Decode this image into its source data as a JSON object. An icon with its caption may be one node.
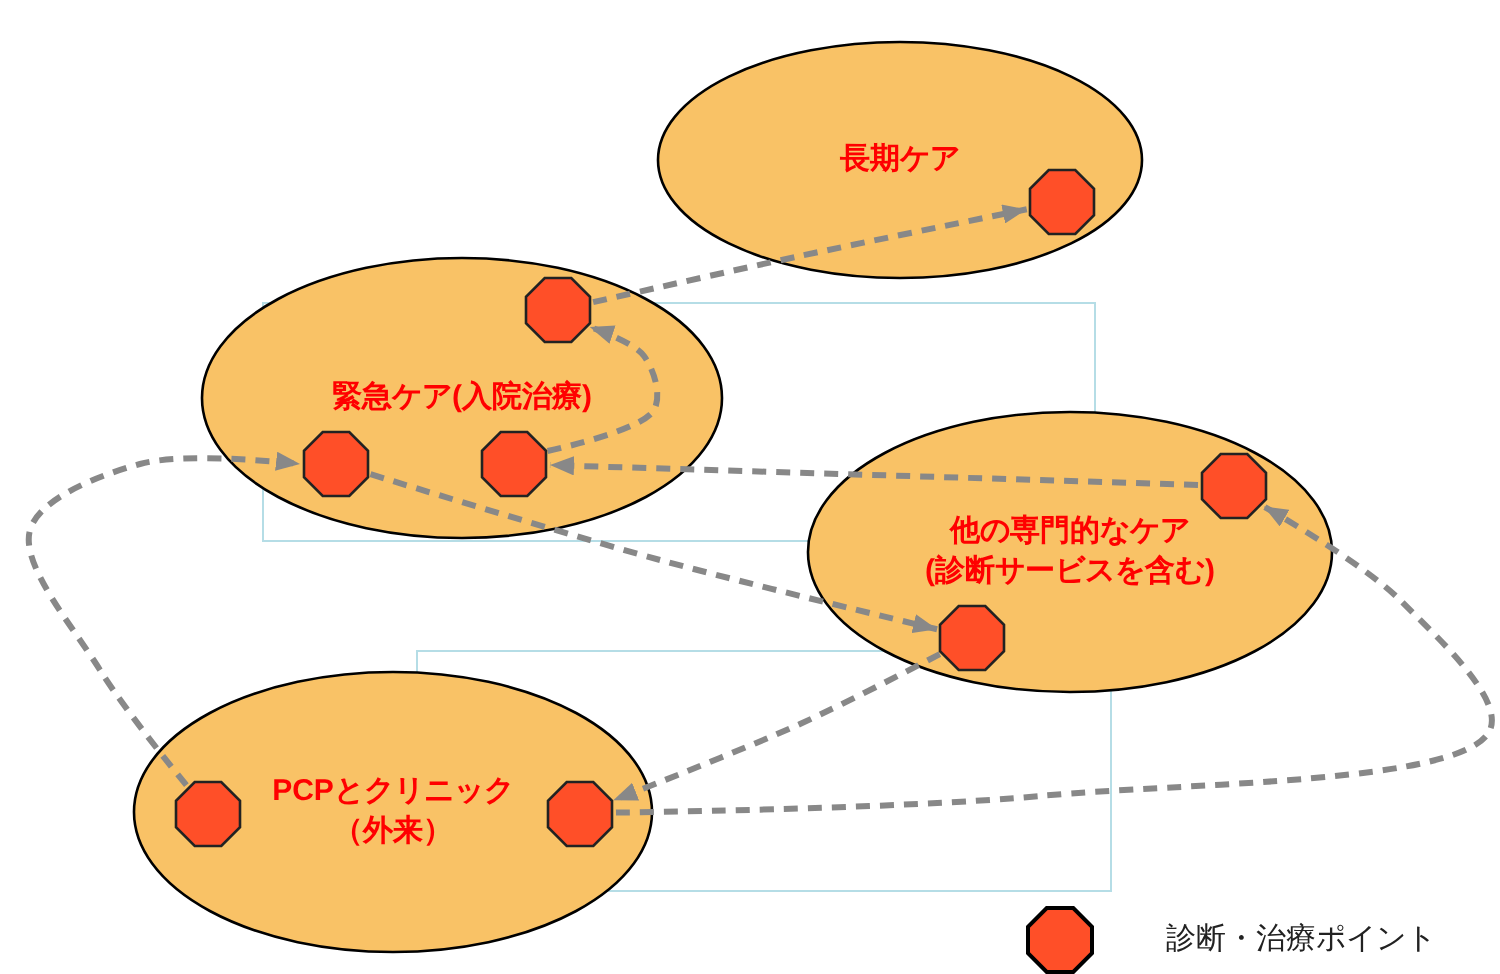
{
  "diagram": {
    "nodes": [
      {
        "text": [
          "長期ケア"
        ]
      },
      {
        "text": [
          "緊急ケア(入院治療)"
        ]
      },
      {
        "text": [
          "他の専門的なケア(診断サービスを含む)"
        ]
      },
      {
        "text": [
          "PCPとクリニック（外来）"
        ]
      },
      {
        "text": [],
        "shape": "octagon",
        "in": 0
      },
      {
        "text": [],
        "shape": "octagon",
        "in": 1
      },
      {
        "text": [],
        "shape": "octagon",
        "in": 1
      },
      {
        "text": [],
        "shape": "octagon",
        "in": 1
      },
      {
        "text": [],
        "shape": "octagon",
        "in": 2
      },
      {
        "text": [],
        "shape": "octagon",
        "in": 2
      },
      {
        "text": [],
        "shape": "octagon",
        "in": 3
      },
      {
        "text": [],
        "shape": "octagon",
        "in": 3
      }
    ],
    "edges": [
      {
        "from": 6,
        "to": 9,
        "arrow": "to",
        "style": "dashed"
      },
      {
        "from": 9,
        "to": 11,
        "arrow": "to",
        "style": "dashed"
      },
      {
        "from": 11,
        "to": 8,
        "arrow": "to",
        "style": "dashed"
      },
      {
        "from": 8,
        "to": 7,
        "arrow": "to",
        "style": "dashed"
      },
      {
        "from": 7,
        "to": 5,
        "arrow": "to",
        "style": "dashed"
      },
      {
        "from": 5,
        "to": 4,
        "arrow": "to",
        "style": "dashed"
      },
      {
        "from": 10,
        "to": 6,
        "arrow": "to",
        "style": "dashed"
      }
    ],
    "legend": [
      {
        "text": "診断・治療ポイント"
      }
    ]
  }
}
